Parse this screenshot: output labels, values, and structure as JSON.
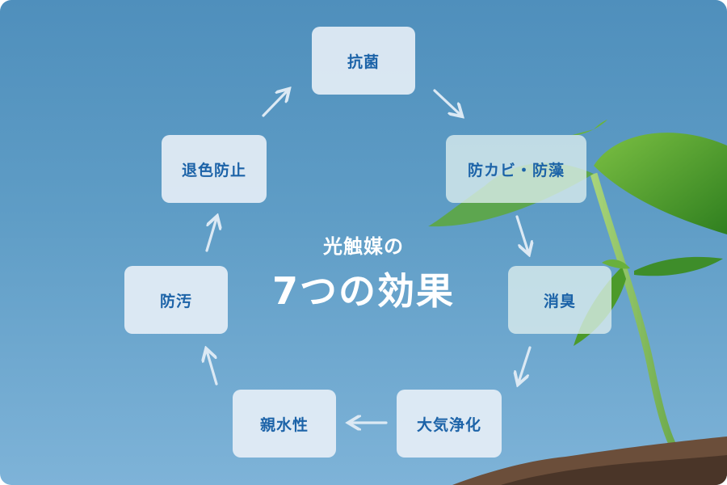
{
  "diagram": {
    "title_small": "光触媒の",
    "title_large": "7つの効果",
    "nodes": [
      "抗菌",
      "防カビ・防藻",
      "消臭",
      "大気浄化",
      "親水性",
      "防汚",
      "退色防止"
    ],
    "colors": {
      "box_text": "#1c63a8",
      "box_fill": "#e8f0f7",
      "arrow": "#dce9f4",
      "sky_top": "#4f8fbc",
      "sky_bottom": "#7eb3d8",
      "leaf": "#4c9a2a"
    }
  }
}
